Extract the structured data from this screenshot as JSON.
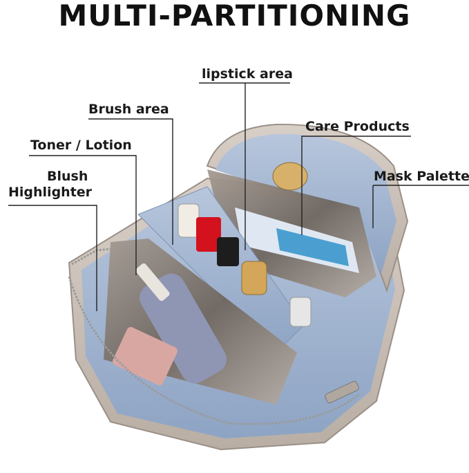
{
  "title": "MULTI-PARTITIONING",
  "labels": {
    "lipstick": "lipstick area",
    "brush": "Brush area",
    "care": "Care Products",
    "toner": "Toner / Lotion",
    "mask": "Mask Palette",
    "blush_line1": "Blush",
    "blush_line2": "Highlighter"
  },
  "colors": {
    "bag_shell": "#c9bfb6",
    "lining": "#9fb3cf",
    "pouch_metallic": "#8a8079"
  }
}
